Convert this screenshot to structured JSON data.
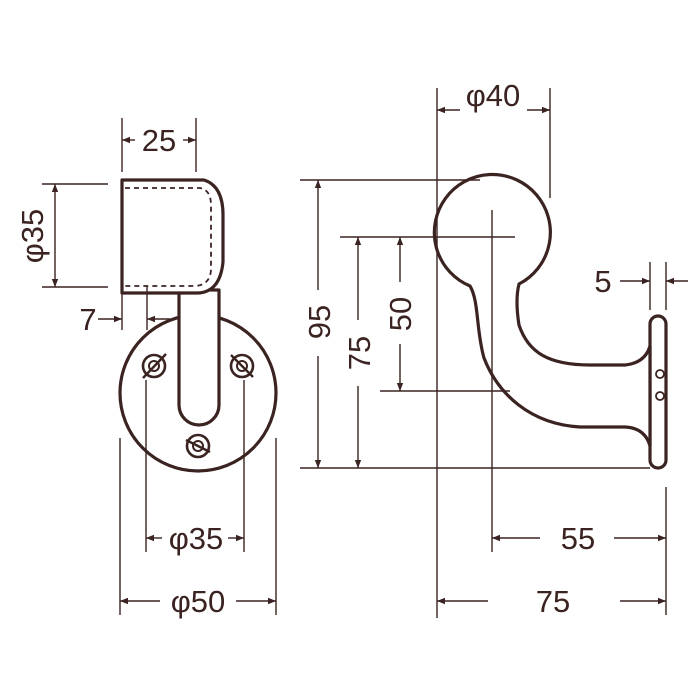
{
  "colors": {
    "line": "#3a2320",
    "background": "#ffffff"
  },
  "front_view": {
    "width_label": "25",
    "bracket_diameter_label": "φ35",
    "offset_label": "7",
    "bolt_circle_label": "φ35",
    "base_diameter_label": "φ50"
  },
  "side_view": {
    "rail_diameter_label": "φ40",
    "total_height_label": "95",
    "center_height_label": "75",
    "upper_height_label": "50",
    "plate_thickness_label": "5",
    "arm_reach_label": "55",
    "total_depth_label": "75"
  }
}
